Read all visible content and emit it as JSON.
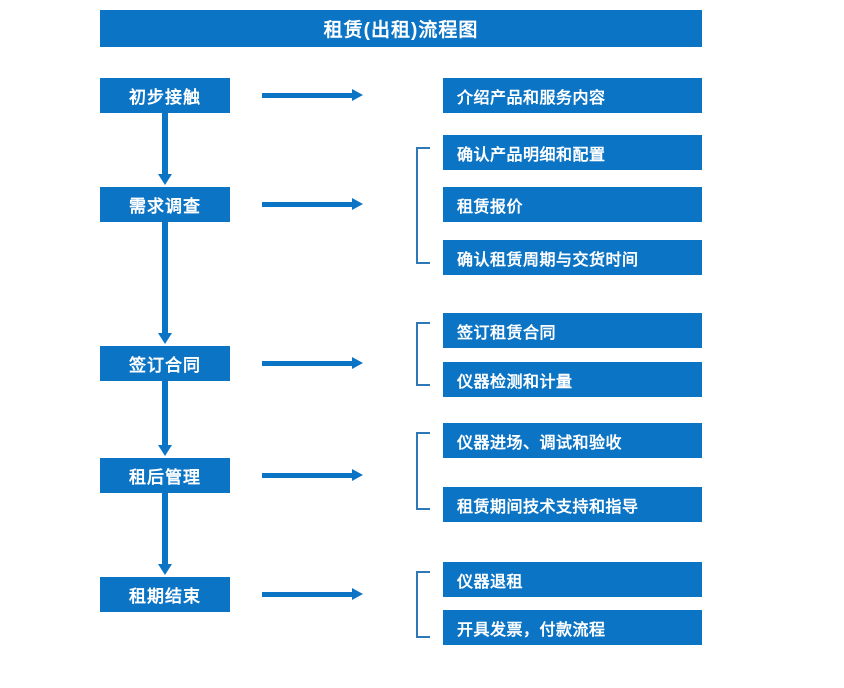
{
  "title": "租赁(出租)流程图",
  "colors": {
    "accent": "#0C74C4",
    "bracket": "#2E78B8",
    "text_on_accent": "#FFFFFF",
    "background": "#FFFFFF"
  },
  "stages": [
    {
      "label": "初步接触",
      "details": [
        "介绍产品和服务内容"
      ]
    },
    {
      "label": "需求调查",
      "details": [
        "确认产品明细和配置",
        "租赁报价",
        "确认租赁周期与交货时间"
      ]
    },
    {
      "label": "签订合同",
      "details": [
        "签订租赁合同",
        "仪器检测和计量"
      ]
    },
    {
      "label": "租后管理",
      "details": [
        "仪器进场、调试和验收",
        "租赁期间技术支持和指导"
      ]
    },
    {
      "label": "租期结束",
      "details": [
        "仪器退租",
        "开具发票，付款流程"
      ]
    }
  ]
}
